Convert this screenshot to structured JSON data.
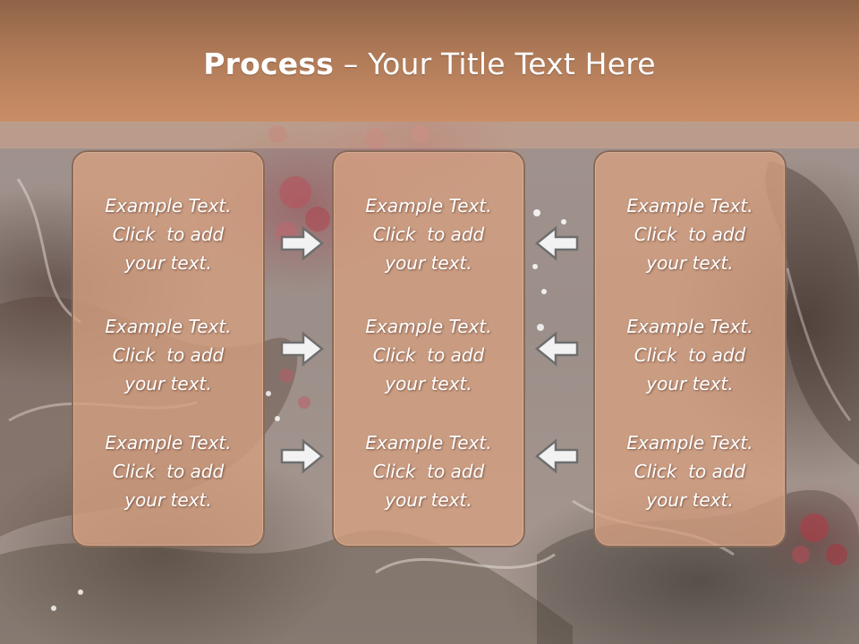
{
  "slide": {
    "title_bold": "Process",
    "title_rest": " – Your Title Text Here"
  },
  "boxes": [
    {
      "entries": [
        {
          "line1": "Example Text.",
          "line2": "Click  to add",
          "line3": "your text."
        },
        {
          "line1": "Example Text.",
          "line2": "Click  to add",
          "line3": "your text."
        },
        {
          "line1": "Example Text.",
          "line2": "Click  to add",
          "line3": "your text."
        }
      ]
    },
    {
      "entries": [
        {
          "line1": "Example Text.",
          "line2": "Click  to add",
          "line3": "your text."
        },
        {
          "line1": "Example Text.",
          "line2": "Click  to add",
          "line3": "your text."
        },
        {
          "line1": "Example Text.",
          "line2": "Click  to add",
          "line3": "your text."
        }
      ]
    },
    {
      "entries": [
        {
          "line1": "Example Text.",
          "line2": "Click  to add",
          "line3": "your text."
        },
        {
          "line1": "Example Text.",
          "line2": "Click  to add",
          "line3": "your text."
        },
        {
          "line1": "Example Text.",
          "line2": "Click  to add",
          "line3": "your text."
        }
      ]
    }
  ],
  "arrows": {
    "left_column_icon": "arrow-right-icon",
    "right_column_icon": "arrow-left-icon"
  },
  "colors": {
    "title_bar": "#b07a58",
    "box_fill": "#d6a080",
    "box_border": "#8a6a58",
    "text": "#ffffff",
    "arrow_fill": "#f2f2f2",
    "arrow_stroke": "#6e6e6e"
  }
}
